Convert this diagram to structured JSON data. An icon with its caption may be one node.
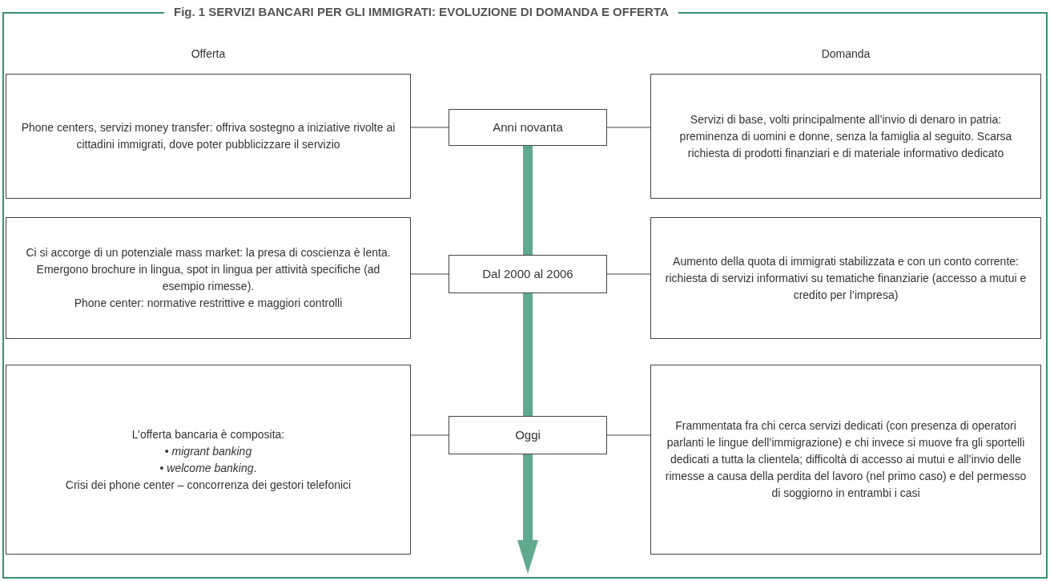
{
  "diagram": {
    "title": "Fig. 1 SERVIZI BANCARI PER GLI IMMIGRATI: EVOLUZIONE DI DOMANDA E OFFERTA",
    "nodes": [
      {
        "text": [
          "Phone centers, servizi money transfer: offriva sostegno a iniziative rivolte ai cittadini immigrati, dove poter pubblicizzare il servizio"
        ]
      },
      {
        "text": [
          "Anni novanta"
        ]
      },
      {
        "text": [
          "Servizi di base, volti principalmente all’invio di denaro in patria: preminenza di uomini e donne, senza la famiglia al seguito. Scarsa richiesta di prodotti finanziari e di materiale informativo dedicato"
        ]
      },
      {
        "text": [
          "Ci si accorge di un potenziale mass market: la presa di coscienza è lenta. Emergono brochure in lingua, spot in lingua per attività specifiche (ad esempio rimesse).",
          "Phone center: normative restrittive e maggiori controlli"
        ]
      },
      {
        "text": [
          "Dal 2000 al 2006"
        ]
      },
      {
        "text": [
          "Aumento della quota di immigrati stabilizzata e con un conto corrente: richiesta di servizi informativi su tematiche finanziarie (accesso a mutui e credito per l’impresa)"
        ]
      },
      {
        "text": [
          "L’offerta bancaria è composita:",
          "• *migrant banking*",
          "• *welcome banking*.",
          "Crisi dei phone center – concorrenza dei gestori telefonici"
        ]
      },
      {
        "text": [
          "Oggi"
        ]
      },
      {
        "text": [
          "Frammentata fra chi cerca servizi dedicati (con presenza di operatori parlanti le lingue dell’immigrazione) e chi invece si muove fra gli sportelli dedicati a tutta la clientela; difficoltà di accesso ai mutui e all’invio delle rimesse a causa della perdita del lavoro (nel primo caso) e del permesso di soggiorno in entrambi i casi"
        ]
      }
    ],
    "edges": [
      {
        "from": 0,
        "to": 1,
        "arrow": "none"
      },
      {
        "from": 1,
        "to": 2,
        "arrow": "none"
      },
      {
        "from": 3,
        "to": 4,
        "arrow": "none"
      },
      {
        "from": 4,
        "to": 5,
        "arrow": "none"
      },
      {
        "from": 6,
        "to": 7,
        "arrow": "none"
      },
      {
        "from": 7,
        "to": 8,
        "arrow": "none"
      },
      {
        "from": 1,
        "to": 4,
        "arrow": "none",
        "style": "thick",
        "color": "#5fa98f"
      },
      {
        "from": 4,
        "to": 7,
        "arrow": "none",
        "style": "thick",
        "color": "#5fa98f"
      },
      {
        "from": 7,
        "to": null,
        "arrow": "to",
        "style": "thick",
        "color": "#5fa98f"
      }
    ],
    "labels": [
      "Offerta",
      "Domanda"
    ]
  }
}
